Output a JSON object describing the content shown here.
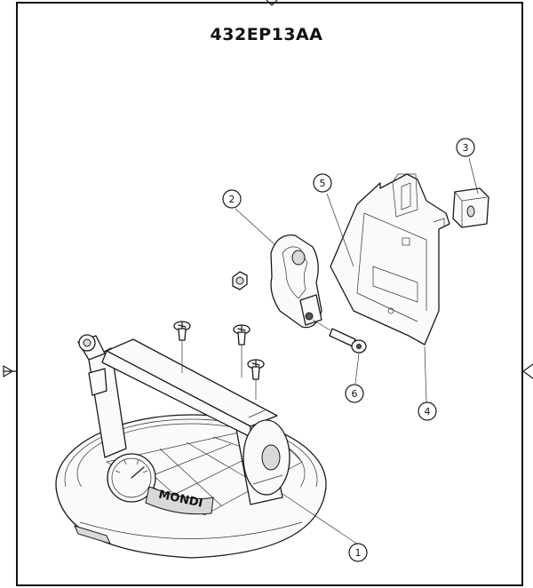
{
  "drawing": {
    "title": "432EP13AA",
    "callouts": [
      "1",
      "2",
      "3",
      "4",
      "5",
      "6"
    ],
    "brand_mark": "MONDI"
  }
}
